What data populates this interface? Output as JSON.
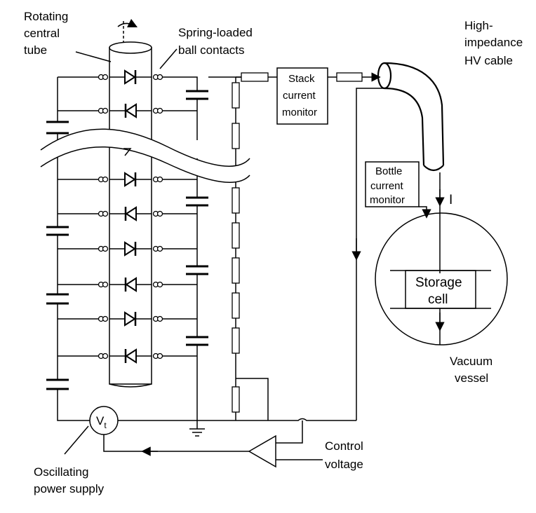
{
  "labels": {
    "rotating": [
      "Rotating",
      "central",
      "tube"
    ],
    "spring": [
      "Spring-loaded",
      "ball contacts"
    ],
    "stack_monitor": [
      "Stack",
      "current",
      "monitor"
    ],
    "hv_cable": [
      "High-",
      "impedance",
      "HV cable"
    ],
    "bottle_monitor": [
      "Bottle",
      "current",
      "monitor"
    ],
    "current_symbol": "I",
    "storage_cell": [
      "Storage",
      "cell"
    ],
    "vacuum_vessel": [
      "Vacuum",
      "vessel"
    ],
    "vt_main": "V",
    "vt_sub": "t",
    "control_voltage": [
      "Control",
      "voltage"
    ],
    "oscillating": [
      "Oscillating",
      "power supply"
    ]
  }
}
